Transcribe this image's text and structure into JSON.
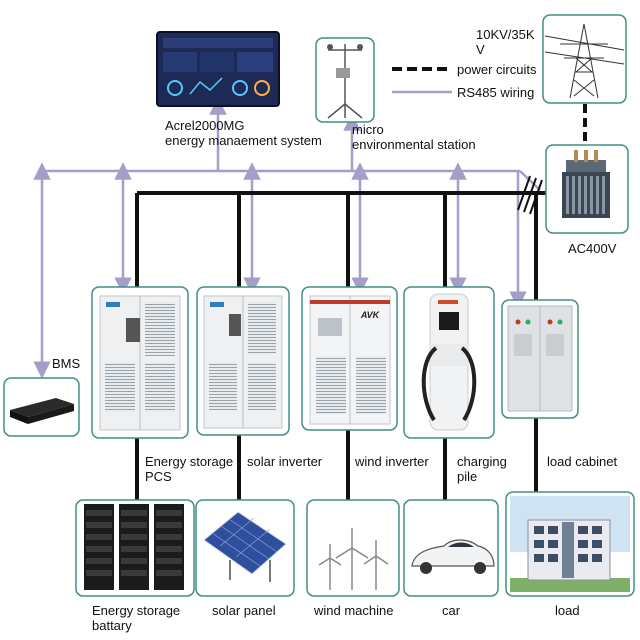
{
  "legend": {
    "grid_voltage": "10KV/35K\nV",
    "power_circuits": "power circuits",
    "rs485_wiring": "RS485 wiring"
  },
  "nodes": {
    "ems": "Acrel2000MG\nenergy manaement system",
    "weather": "micro\nenvironmental station",
    "transformer": "AC400V",
    "bms": "BMS",
    "pcs": "Energy storage\nPCS",
    "solar_inverter": "solar inverter",
    "wind_inverter": "wind inverter",
    "charging_pile": "charging\npile",
    "load_cabinet": "load cabinet",
    "battery": "Energy storage\nbattary",
    "solar_panel": "solar panel",
    "wind_machine": "wind machine",
    "car": "car",
    "load": "load"
  },
  "device_logo": "AVK",
  "colors": {
    "power_line": "#111111",
    "rs485_line": "#a59ec8",
    "frame": "#3f8f86",
    "cabinet_body": "#eef0f1",
    "screen": "#1d2a55"
  }
}
